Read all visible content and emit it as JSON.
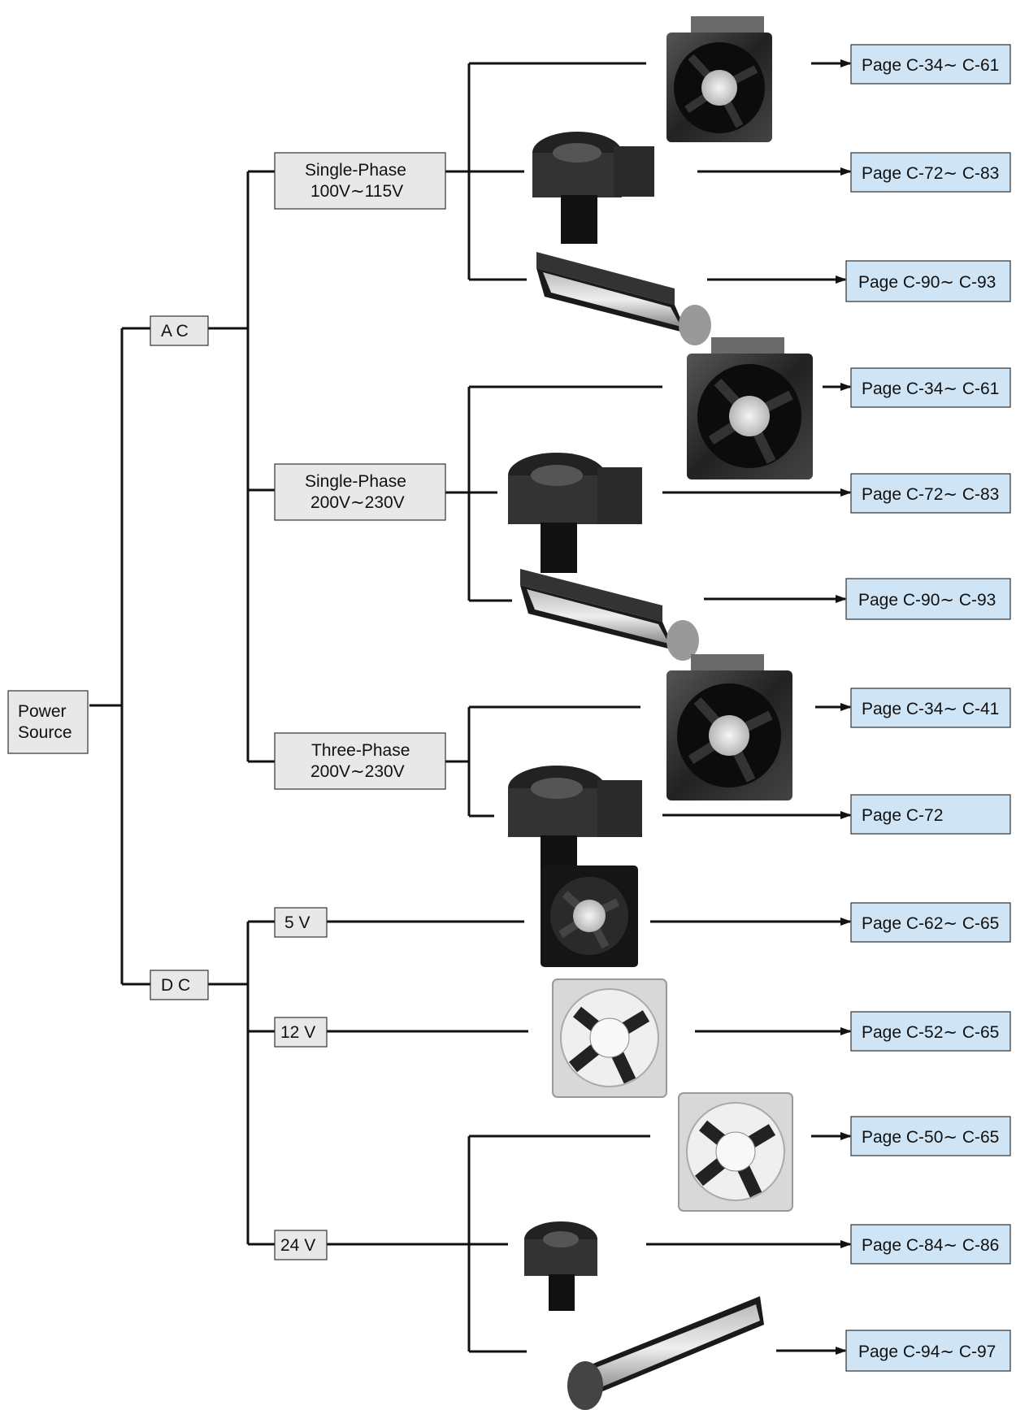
{
  "root": {
    "label_line1": "Power",
    "label_line2": "Source"
  },
  "categories": [
    {
      "id": "ac",
      "label": "A C"
    },
    {
      "id": "dc",
      "label": "D C"
    }
  ],
  "voltages": {
    "ac_single_100": {
      "line1": "Single-Phase",
      "line2": "100V∼115V"
    },
    "ac_single_200": {
      "line1": "Single-Phase",
      "line2": "200V∼230V"
    },
    "ac_three_200": {
      "line1": "Three-Phase",
      "line2": "200V∼230V"
    },
    "dc_5": {
      "line1": "5 V"
    },
    "dc_12": {
      "line1": "12 V"
    },
    "dc_24": {
      "line1": "24 V"
    }
  },
  "pages": [
    "Page C-34∼ C-61",
    "Page C-72∼ C-83",
    "Page C-90∼ C-93",
    "Page C-34∼ C-61",
    "Page C-72∼ C-83",
    "Page C-90∼ C-93",
    "Page C-34∼ C-41",
    "Page C-72",
    "Page C-62∼ C-65",
    "Page C-52∼ C-65",
    "Page C-50∼ C-65",
    "Page C-84∼ C-86",
    "Page C-94∼ C-97"
  ],
  "product_icons": [
    "ac-axial-fan-icon",
    "blower-icon",
    "cross-flow-fan-icon",
    "ac-axial-fan-icon",
    "blower-icon",
    "cross-flow-fan-icon",
    "ac-axial-fan-icon",
    "blower-icon",
    "dc-fan-black-icon",
    "dc-fan-clear-icon",
    "dc-fan-clear-icon",
    "dc-blower-icon",
    "cross-flow-fan-icon"
  ],
  "colors": {
    "page_box": "#cfe4f5",
    "node_box": "#e8e8e8",
    "line": "#111111"
  }
}
